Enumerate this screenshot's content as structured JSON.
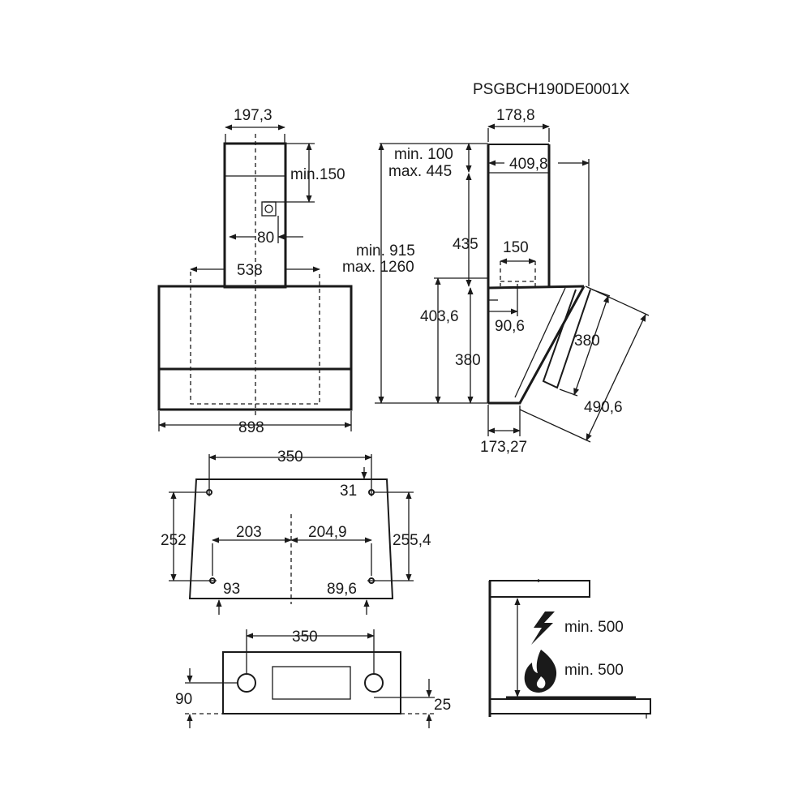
{
  "model_code": "PSGBCH190DE0001X",
  "front_view": {
    "chimney_width": "197,3",
    "chimney_min_height": "min.150",
    "socket_offset": "80",
    "bracket_span": "538",
    "hood_width": "898"
  },
  "side_view": {
    "chimney_depth": "178,8",
    "top_clearance_min": "min. 100",
    "top_clearance_max": "max. 445",
    "total_height_min": "min. 915",
    "total_height_max": "max. 1260",
    "hood_projection": "409,8",
    "chimney_height": "435",
    "duct_width": "150",
    "body_height_outer": "403,6",
    "duct_offset": "90,6",
    "body_height_inner": "380",
    "panel_height": "380",
    "panel_diagonal": "490,6",
    "bottom_depth": "173,27"
  },
  "wall_plan": {
    "hole_spacing_top": "350",
    "top_hole_offset": "31",
    "left_height": "252",
    "right_height": "255,4",
    "left_half": "203",
    "right_half": "204,9",
    "bottom_left_offset": "93",
    "bottom_right_offset": "89,6"
  },
  "bracket_view": {
    "hole_spacing": "350",
    "left_offset": "90",
    "right_offset": "25"
  },
  "clearance": {
    "electric_min": "min. 500",
    "gas_min": "min. 500",
    "electric_icon": "lightning-icon",
    "gas_icon": "flame-icon"
  }
}
